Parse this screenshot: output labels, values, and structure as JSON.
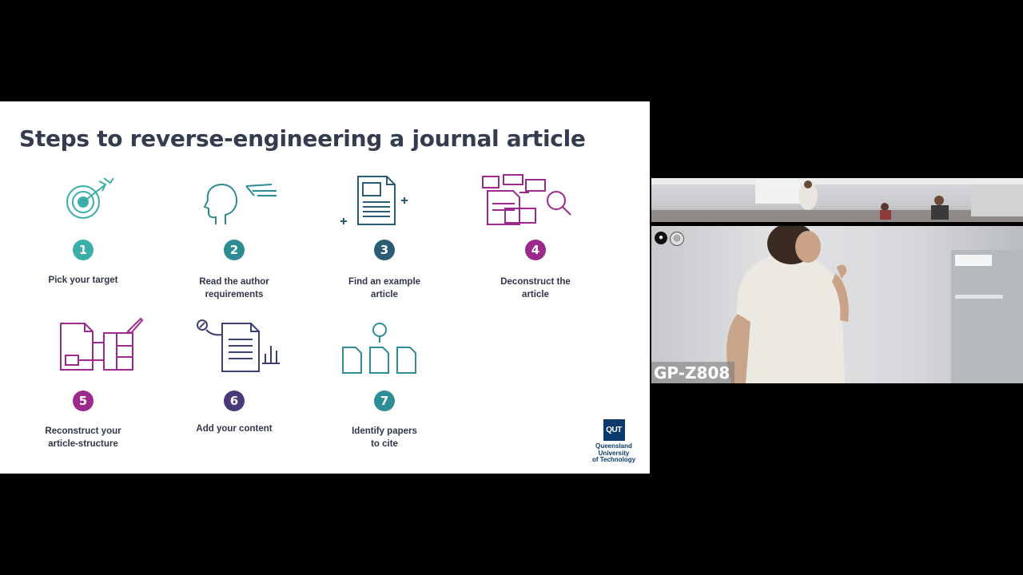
{
  "slide": {
    "title": "Steps to reverse-engineering a journal article",
    "steps": [
      {
        "number": "1",
        "label": "Pick your target",
        "color": "#3aafa9"
      },
      {
        "number": "2",
        "label": "Read the author\nrequirements",
        "color": "#2d8c93"
      },
      {
        "number": "3",
        "label": "Find an example\narticle",
        "color": "#2a5c75"
      },
      {
        "number": "4",
        "label": "Deconstruct the\narticle",
        "color": "#9c2a8c"
      },
      {
        "number": "5",
        "label": "Reconstruct your\narticle-structure",
        "color": "#9c2a8c"
      },
      {
        "number": "6",
        "label": "Add your content",
        "color": "#4a3a7a"
      },
      {
        "number": "7",
        "label": "Identify papers\nto cite",
        "color": "#2e8d95"
      }
    ],
    "icons": [
      "target-icon",
      "head-thinking-icon",
      "document-icon",
      "deconstruct-documents-icon",
      "reconstruct-structure-icon",
      "document-chart-icon",
      "papers-pin-icon"
    ],
    "logo": {
      "abbr": "QUT",
      "name": "Queensland\nUniversity\nof Technology",
      "color": "#0a3a6b"
    }
  },
  "video": {
    "participant_label": "GP-Z808"
  }
}
